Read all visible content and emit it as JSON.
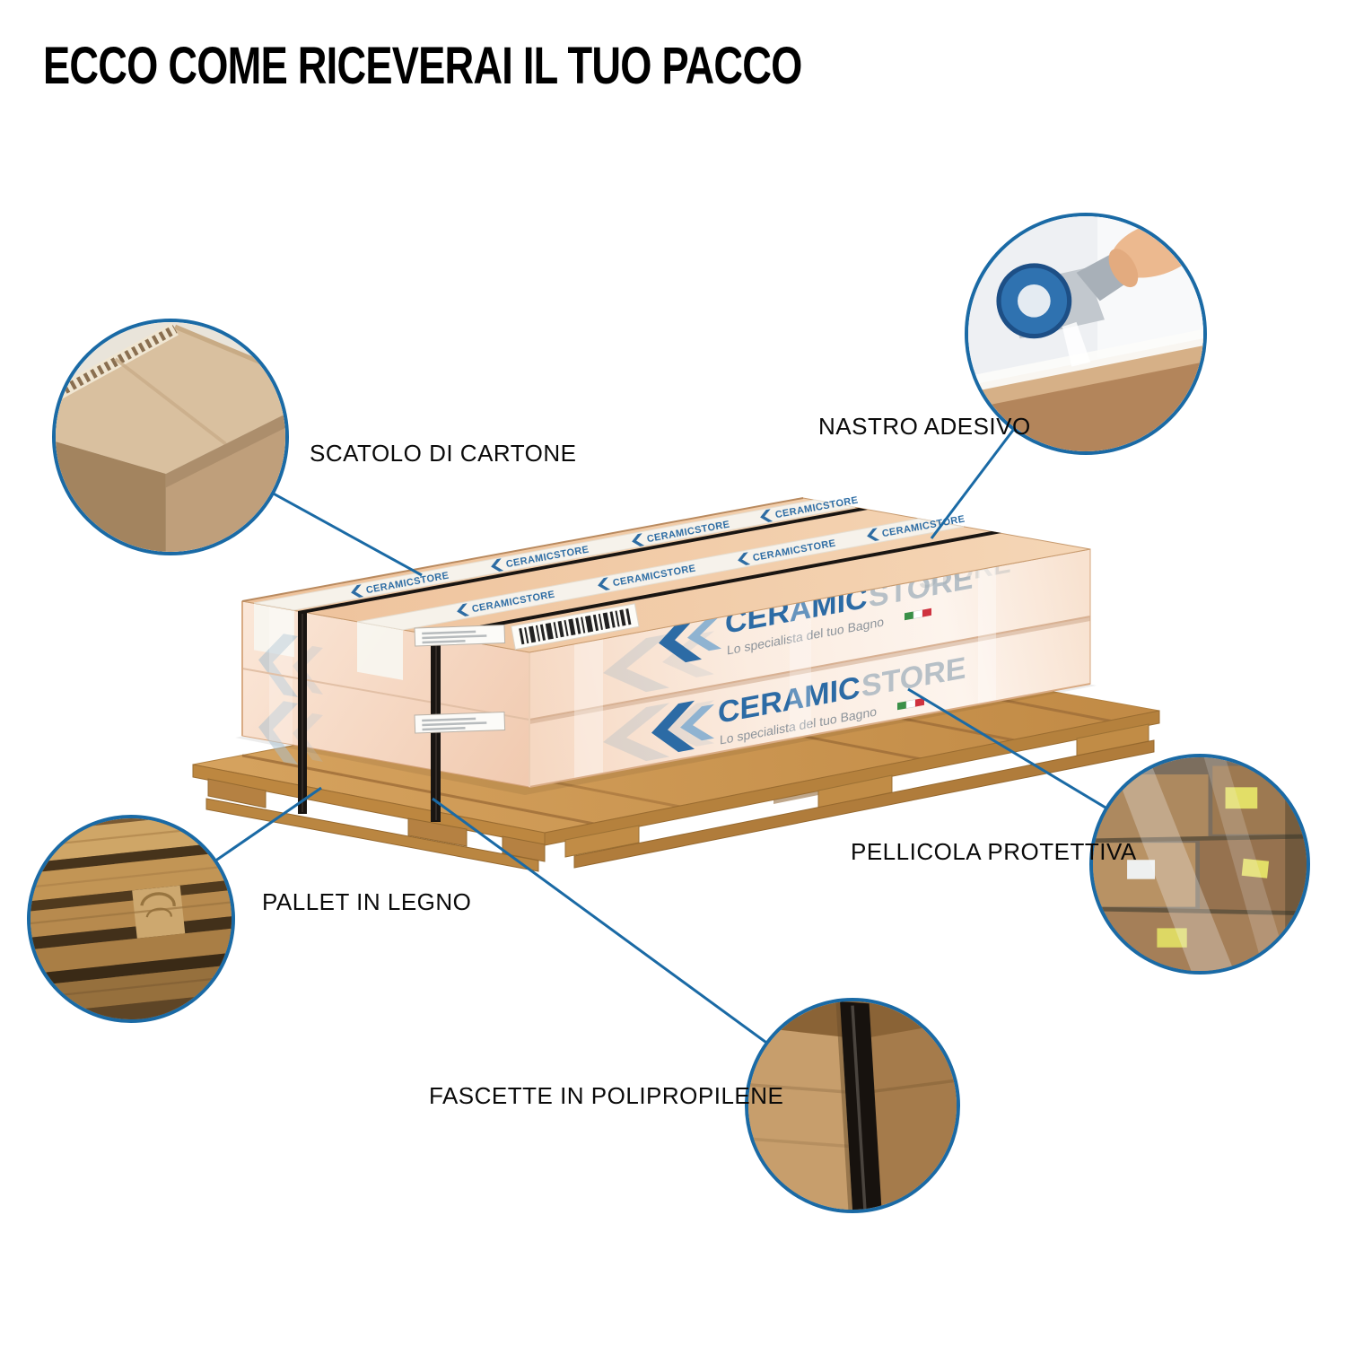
{
  "title": "ECCO COME RICEVERAI IL TUO PACCO",
  "brand": {
    "primary": "CERAMIC",
    "secondary": "STORE",
    "tagline": "Lo specialista del tuo Bagno",
    "tape_label": "CERAMICSTORE"
  },
  "callouts": {
    "scatolo": {
      "label": "SCATOLO DI CARTONE"
    },
    "nastro": {
      "label": "NASTRO ADESIVO"
    },
    "pellicola": {
      "label": "PELLICOLA PROTETTIVA"
    },
    "pallet": {
      "label": "PALLET IN LEGNO"
    },
    "fascette": {
      "label": "FASCETTE IN POLIPROPILENE"
    }
  },
  "colors": {
    "accent_blue": "#1a6aa5",
    "logo_blue": "#2c6ba5",
    "logo_gray": "#b7c0c7",
    "cardboard_top": "#eec29b",
    "pallet_wood": "#c9954f",
    "strap_black": "#191512"
  }
}
